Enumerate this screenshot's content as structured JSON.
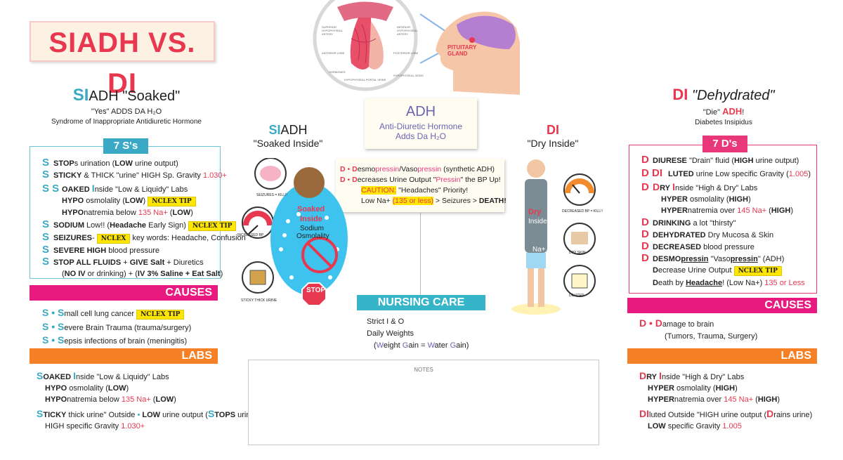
{
  "title": "SIADH VS. DI",
  "siadh": {
    "heading_prefix": "SI",
    "heading_rest": "ADH \"Soaked\"",
    "mnemonic": "\"Yes\" ADDS DA H₂O",
    "full_name": "Syndrome of Inappropriate Antidiuretic Hormone",
    "seven_s_title": "7 S's",
    "seven_s": [
      {
        "letter": "S",
        "text": "STOPs urination (LOW urine output)"
      },
      {
        "letter": "S",
        "text": "STICKY & THICK \"urine\" HIGH Sp. Gravity",
        "value": "1.030+"
      },
      {
        "letter": "S S",
        "text": "SOAKED Inside \"Low & Liquidy\" Labs"
      },
      {
        "letter": "",
        "text": "HYPO osmolality (LOW)",
        "tip": "NCLEX TIP"
      },
      {
        "letter": "",
        "text": "HYPOnatremia below",
        "value": "135 Na+",
        "suffix": "(LOW)"
      },
      {
        "letter": "S",
        "text": "SODIUM Low!! (Headache Early Sign)",
        "tip": "NCLEX TIP"
      },
      {
        "letter": "S",
        "text": "SEIZURES-",
        "tip": "NCLEX",
        "suffix": "key words: Headache, Confusion"
      },
      {
        "letter": "S",
        "text": "SEVERE HIGH blood pressure"
      },
      {
        "letter": "S",
        "text": "STOP ALL FLUIDS + GIVE Salt + Diuretics"
      },
      {
        "letter": "",
        "text": "(NO IV or drinking) + (IV 3% Saline + Eat Salt)"
      }
    ],
    "causes_title": "CAUSES",
    "causes": [
      {
        "text": "S • Small cell lung cancer",
        "tip": "NCLEX TIP"
      },
      {
        "text": "S • Severe Brain Trauma (trauma/surgery)"
      },
      {
        "text": "S • Sepsis infections of brain (meningitis)"
      }
    ],
    "labs_title": "LABS",
    "labs": [
      "SOAKED Inside \"Low & Liquidy\" Labs",
      "HYPO osmolality (LOW)",
      "HYPOnatremia below 135 Na+ (LOW)",
      "STICKY thick urine\" Outside • LOW urine output (STOPS urine)",
      "HIGH specific Gravity 1.030+"
    ]
  },
  "di": {
    "heading_prefix": "DI",
    "heading_rest": "\"Dehydrated\"",
    "mnemonic": "\"Die\" ADH!",
    "full_name": "Diabetes Insipidus",
    "seven_d_title": "7 D's",
    "seven_d": [
      {
        "letter": "D",
        "text": "DIURESE \"Drain\" fluid (HIGH urine output)"
      },
      {
        "letter": "D DI",
        "text": "LUTED urine Low specific Gravity",
        "value": "(1.005)"
      },
      {
        "letter": "D DRY",
        "text": "Inside \"High & Dry\" Labs"
      },
      {
        "letter": "",
        "text": "HYPER osmolality (HIGH)"
      },
      {
        "letter": "",
        "text": "HYPERnatremia over",
        "value": "145 Na+",
        "suffix": "(HIGH)"
      },
      {
        "letter": "D",
        "text": "DRINKING a lot \"thirsty\""
      },
      {
        "letter": "D",
        "text": "DEHYDRATED Dry Mucosa & Skin"
      },
      {
        "letter": "D",
        "text": "DECREASED blood pressure"
      },
      {
        "letter": "D",
        "text": "DESMOpressin \"Vasopressin\" (ADH)"
      },
      {
        "letter": "",
        "text": "Decrease Urine Output",
        "tip": "NCLEX TIP"
      },
      {
        "letter": "",
        "text": "Death by Headache! (Low Na+)",
        "value": "135 or Less"
      }
    ],
    "causes_title": "CAUSES",
    "causes": [
      "D • Damage to brain",
      "(Tumors, Trauma, Surgery)"
    ],
    "labs_title": "LABS",
    "labs": [
      "DRY Inside \"High & Dry\" Labs",
      "HYPER osmolality (HIGH)",
      "HYPERnatremia over 145 Na+ (HIGH)",
      "DIluted Outside \"HIGH urine output (Drains urine)",
      "LOW specific Gravity 1.005"
    ]
  },
  "center": {
    "adh_title": "ADH",
    "adh_line1": "Anti-Diuretic Hormone",
    "adh_line2": "Adds Da H₂O",
    "adh_info": [
      "D • Desmopressin/Vasopressin (synthetic ADH)",
      "D • Decreases Urine Output \"Pressin\" the BP Up!",
      "CAUTION: \"Headaches\" Priority!",
      "Low Na+ (135 or less) > Seizures > DEATH!"
    ],
    "siadh_label_prefix": "SI",
    "siadh_label_rest": "ADH",
    "siadh_sub": "\"Soaked Inside\"",
    "di_label": "DI",
    "di_sub": "\"Dry Inside\"",
    "nursing_title": "NURSING CARE",
    "nursing": [
      "Strict I & O",
      "Daily Weights",
      "(Weight Gain = Water Gain)"
    ],
    "notes_label": "NOTES"
  },
  "illustrations": {
    "pituitary": {
      "labels": [
        "SUPERIOR HYPOPHYSEAL ARTERY",
        "INFERIOR HYPOPHYSEAL ARTERY",
        "ANTERIOR LOBE",
        "POSTERIOR LOBE",
        "HYPOPHYSEAL PORTAL VEINS",
        "HYPOPHYSEAL VEINS",
        "HORMONES",
        "PITUITARY GLAND"
      ]
    },
    "siadh_figure": {
      "labels": [
        "SEIZURES = KILL!!",
        "INCREASED BP",
        "STICKY THICK URINE",
        "Soaked",
        "Inside",
        "Sodium",
        "Osmolality",
        "STOP"
      ]
    },
    "di_figure": {
      "labels": [
        "Dry",
        "Inside",
        "Na+",
        "DECREASED BP = KILL!!",
        "DRY SKIN",
        "DILUTED"
      ]
    }
  },
  "colors": {
    "red": "#e8384f",
    "blue": "#3aa9c6",
    "purple": "#6b63b5",
    "pink_bar": "#e8197f",
    "orange_bar": "#f58025",
    "teal_bar": "#36b4c8",
    "nclex_yellow": "#ffe600"
  }
}
